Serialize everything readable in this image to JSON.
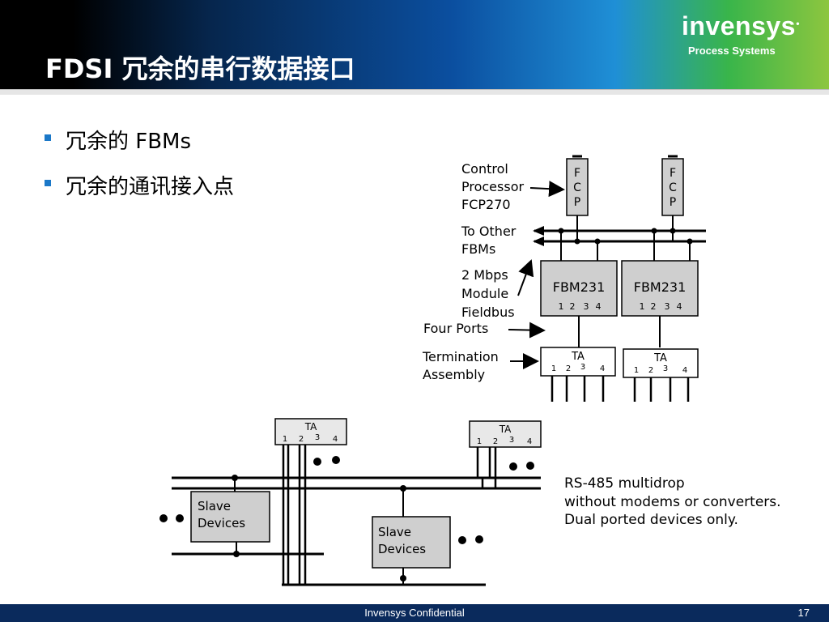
{
  "header": {
    "title": "FDSI 冗余的串行数据接口",
    "logo": "invensys",
    "logo_sub": "Process Systems"
  },
  "bullets": [
    "冗余的 FBMs",
    "冗余的通讯接入点"
  ],
  "diagram": {
    "label_control": [
      "Control",
      "Processor",
      "FCP270"
    ],
    "label_other": [
      "To Other",
      "FBMs"
    ],
    "label_fieldbus": [
      "2 Mbps",
      "Module",
      "Fieldbus"
    ],
    "label_ports": "Four Ports",
    "label_termination": [
      "Termination",
      "Assembly"
    ],
    "fcp_letters": [
      "F",
      "C",
      "P"
    ],
    "fbm": "FBM231",
    "ta": "TA",
    "ports": [
      "1",
      "2",
      "3",
      "4"
    ],
    "slave": [
      "Slave",
      "Devices"
    ],
    "rs485": [
      "RS-485 multidrop",
      "without modems or converters.",
      "Dual ported devices only."
    ]
  },
  "footer": {
    "text": "Invensys Confidential",
    "page": "17"
  },
  "colors": {
    "bullet": "#1b78c8",
    "footer": "#0a2a5c",
    "box_fill": "#cfcfcf"
  }
}
